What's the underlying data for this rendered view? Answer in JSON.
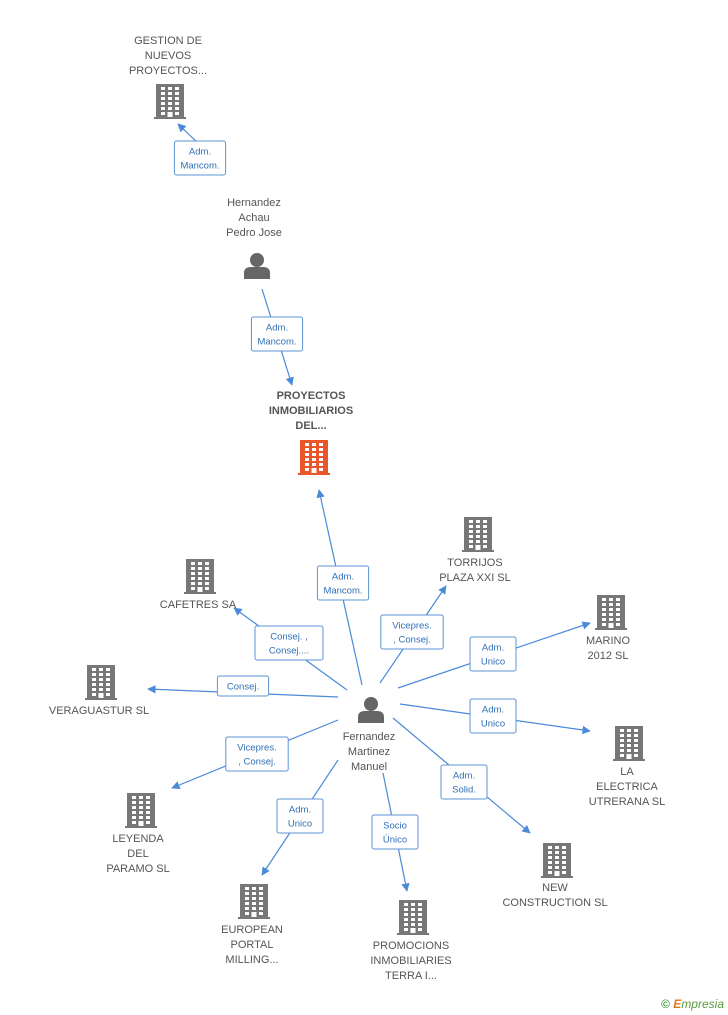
{
  "colors": {
    "building": "#777777",
    "building_main": "#e8562a",
    "person": "#666666",
    "edge": "#4a8ad8",
    "role_text": "#2f6fb7"
  },
  "nodes": [
    {
      "id": "gestion",
      "type": "company",
      "lines": [
        "GESTION DE",
        "NUEVOS",
        "PROYECTOS..."
      ]
    },
    {
      "id": "hernandez",
      "type": "person",
      "lines": [
        "Hernandez",
        "Achau",
        "Pedro Jose"
      ]
    },
    {
      "id": "proyectos",
      "type": "company-main",
      "lines": [
        "PROYECTOS",
        "INMOBILIARIOS",
        "DEL..."
      ]
    },
    {
      "id": "fernandez",
      "type": "person",
      "lines": [
        "Fernandez",
        "Martinez",
        "Manuel"
      ]
    },
    {
      "id": "torrijos",
      "type": "company",
      "lines": [
        "TORRIJOS",
        "PLAZA XXI SL"
      ]
    },
    {
      "id": "cafetres",
      "type": "company",
      "lines": [
        "CAFETRES SA"
      ]
    },
    {
      "id": "marino",
      "type": "company",
      "lines": [
        "MARINO",
        "2012 SL"
      ]
    },
    {
      "id": "veraguastur",
      "type": "company",
      "lines": [
        "VERAGUASTUR SL"
      ]
    },
    {
      "id": "electrica",
      "type": "company",
      "lines": [
        "LA",
        "ELECTRICA",
        "UTRERANA SL"
      ]
    },
    {
      "id": "leyenda",
      "type": "company",
      "lines": [
        "LEYENDA",
        "DEL",
        "PARAMO SL"
      ]
    },
    {
      "id": "newcons",
      "type": "company",
      "lines": [
        "NEW",
        "CONSTRUCTION SL"
      ]
    },
    {
      "id": "european",
      "type": "company",
      "lines": [
        "EUROPEAN",
        "PORTAL",
        "MILLING..."
      ]
    },
    {
      "id": "promocions",
      "type": "company",
      "lines": [
        "PROMOCIONS",
        "INMOBILIARIES",
        "TERRA I..."
      ]
    }
  ],
  "edges": [
    {
      "from": "hernandez",
      "to": "gestion",
      "role": [
        "Adm.",
        "Mancom."
      ]
    },
    {
      "from": "hernandez",
      "to": "proyectos",
      "role": [
        "Adm.",
        "Mancom."
      ]
    },
    {
      "from": "fernandez",
      "to": "proyectos",
      "role": [
        "Adm.",
        "Mancom."
      ]
    },
    {
      "from": "fernandez",
      "to": "torrijos",
      "role": [
        "Vicepres.",
        ", Consej."
      ]
    },
    {
      "from": "fernandez",
      "to": "cafetres",
      "role": [
        "Consej. ,",
        "Consej...."
      ]
    },
    {
      "from": "fernandez",
      "to": "marino",
      "role": [
        "Adm.",
        "Unico"
      ]
    },
    {
      "from": "fernandez",
      "to": "veraguastur",
      "role": [
        "Consej."
      ]
    },
    {
      "from": "fernandez",
      "to": "electrica",
      "role": [
        "Adm.",
        "Unico"
      ]
    },
    {
      "from": "fernandez",
      "to": "leyenda",
      "role": [
        "Vicepres.",
        ", Consej."
      ]
    },
    {
      "from": "fernandez",
      "to": "newcons",
      "role": [
        "Adm.",
        "Solid."
      ]
    },
    {
      "from": "fernandez",
      "to": "european",
      "role": [
        "Adm.",
        "Unico"
      ]
    },
    {
      "from": "fernandez",
      "to": "promocions",
      "role": [
        "Socio",
        "Único"
      ]
    }
  ],
  "footer": {
    "copyright": "©",
    "brand_first": "E",
    "brand_rest": "mpresia"
  }
}
